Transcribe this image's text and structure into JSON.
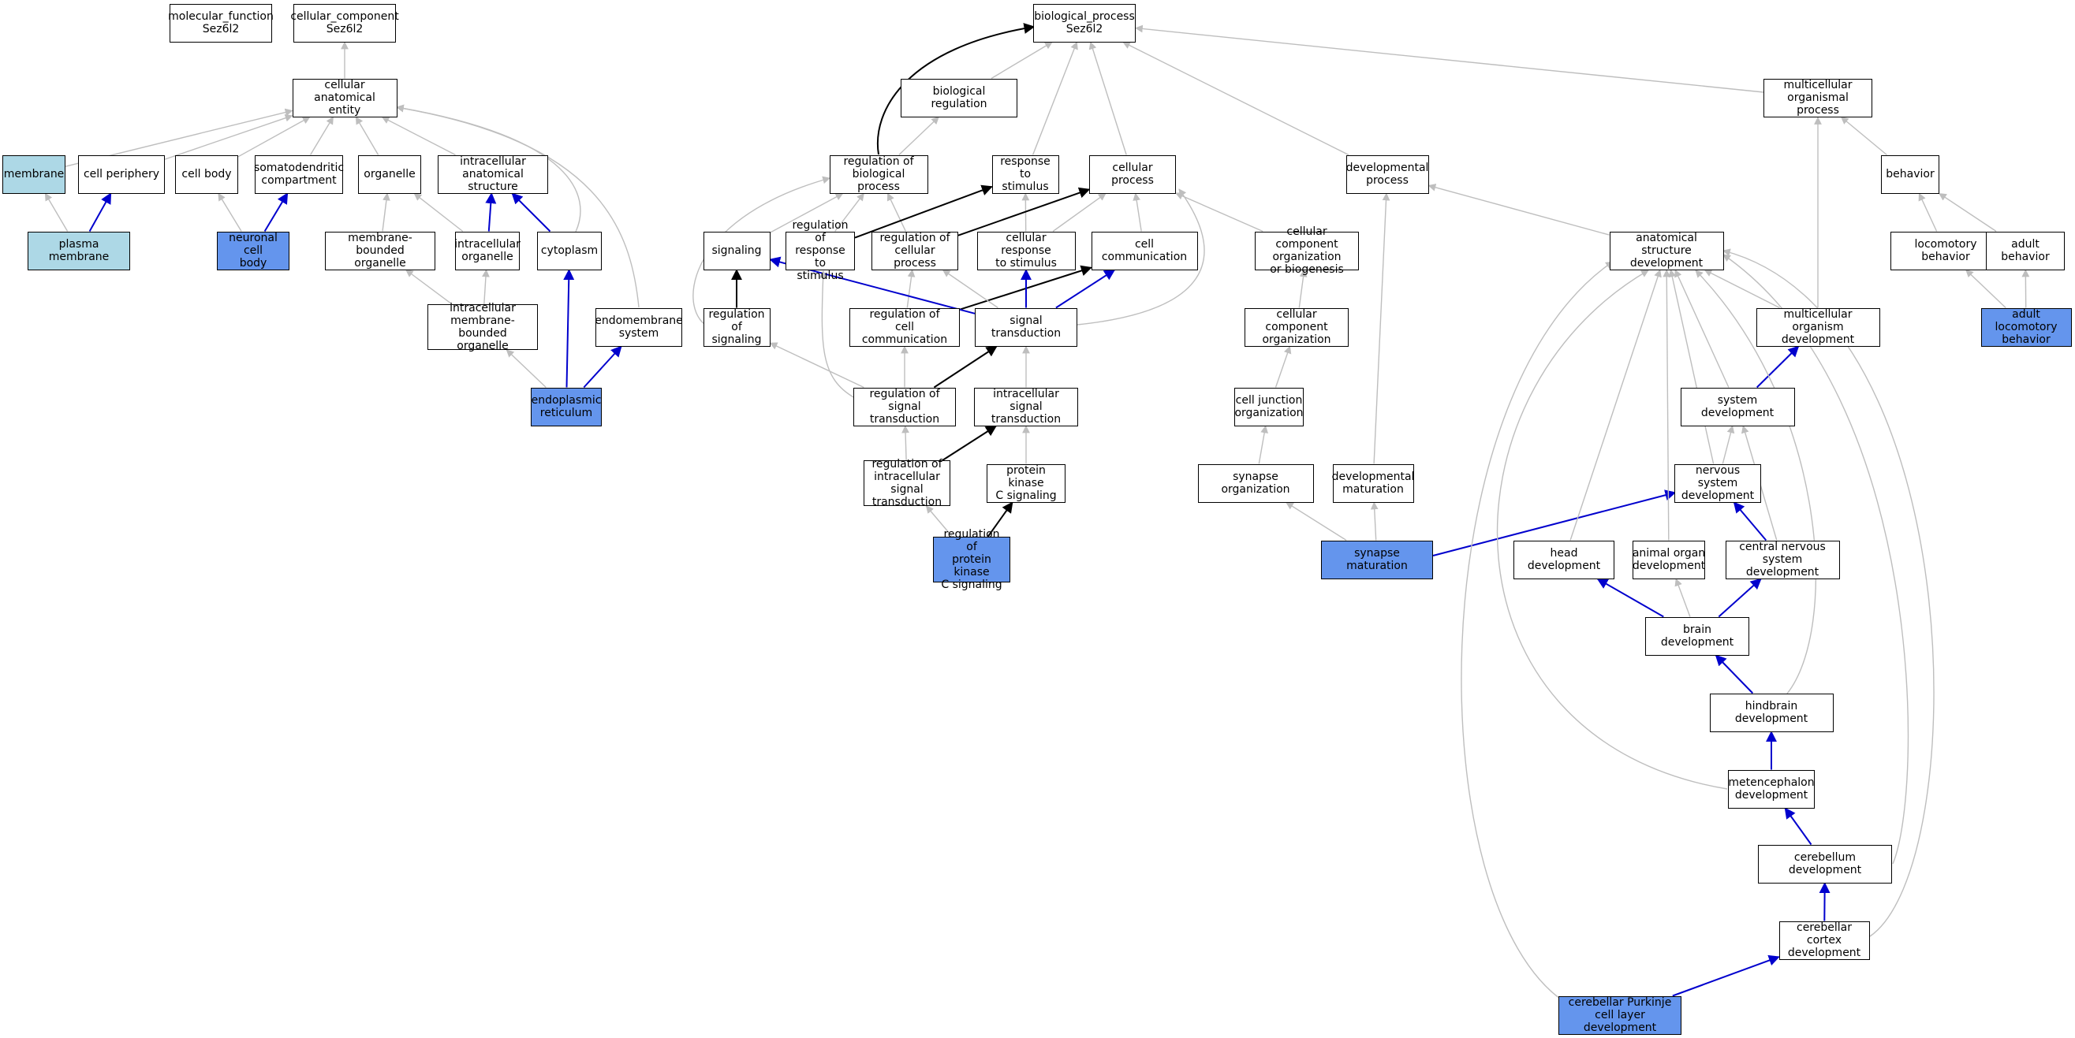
{
  "graph": {
    "nodes": {
      "mf": {
        "label": "molecular_function\nSez6l2",
        "fill": "#ffffff"
      },
      "cc": {
        "label": "cellular_component\nSez6l2",
        "fill": "#ffffff"
      },
      "bp": {
        "label": "biological_process\nSez6l2",
        "fill": "#ffffff"
      },
      "cae": {
        "label": "cellular anatomical\nentity",
        "fill": "#ffffff"
      },
      "membrane": {
        "label": "membrane",
        "fill": "#add8e6"
      },
      "periphery": {
        "label": "cell periphery",
        "fill": "#ffffff"
      },
      "cellbody": {
        "label": "cell body",
        "fill": "#ffffff"
      },
      "somato": {
        "label": "somatodendritic\ncompartment",
        "fill": "#ffffff"
      },
      "organelle": {
        "label": "organelle",
        "fill": "#ffffff"
      },
      "ias": {
        "label": "intracellular\nanatomical structure",
        "fill": "#ffffff"
      },
      "pm": {
        "label": "plasma membrane",
        "fill": "#add8e6"
      },
      "ncb": {
        "label": "neuronal cell\nbody",
        "fill": "#6495ed"
      },
      "mbo": {
        "label": "membrane-bounded\norganelle",
        "fill": "#ffffff"
      },
      "io": {
        "label": "intracellular\norganelle",
        "fill": "#ffffff"
      },
      "cyto": {
        "label": "cytoplasm",
        "fill": "#ffffff"
      },
      "imbo": {
        "label": "intracellular\nmembrane-bounded\norganelle",
        "fill": "#ffffff"
      },
      "endo": {
        "label": "endomembrane\nsystem",
        "fill": "#ffffff"
      },
      "er": {
        "label": "endoplasmic\nreticulum",
        "fill": "#6495ed"
      },
      "bioreg": {
        "label": "biological regulation",
        "fill": "#ffffff"
      },
      "mop": {
        "label": "multicellular\norganismal process",
        "fill": "#ffffff"
      },
      "rbp": {
        "label": "regulation of\nbiological process",
        "fill": "#ffffff"
      },
      "rts": {
        "label": "response to\nstimulus",
        "fill": "#ffffff"
      },
      "cp": {
        "label": "cellular process",
        "fill": "#ffffff"
      },
      "dp": {
        "label": "developmental\nprocess",
        "fill": "#ffffff"
      },
      "behavior": {
        "label": "behavior",
        "fill": "#ffffff"
      },
      "signaling": {
        "label": "signaling",
        "fill": "#ffffff"
      },
      "rrts": {
        "label": "regulation of\nresponse to\nstimulus",
        "fill": "#ffffff"
      },
      "rcp": {
        "label": "regulation of\ncellular process",
        "fill": "#ffffff"
      },
      "crs": {
        "label": "cellular response\nto stimulus",
        "fill": "#ffffff"
      },
      "cc2": {
        "label": "cell communication",
        "fill": "#ffffff"
      },
      "ccob": {
        "label": "cellular component\norganization\nor biogenesis",
        "fill": "#ffffff"
      },
      "asd": {
        "label": "anatomical structure\ndevelopment",
        "fill": "#ffffff"
      },
      "locob": {
        "label": "locomotory behavior",
        "fill": "#ffffff"
      },
      "adultb": {
        "label": "adult behavior",
        "fill": "#ffffff"
      },
      "rsig": {
        "label": "regulation of\nsignaling",
        "fill": "#ffffff"
      },
      "rcc": {
        "label": "regulation of\ncell communication",
        "fill": "#ffffff"
      },
      "st": {
        "label": "signal transduction",
        "fill": "#ffffff"
      },
      "cco": {
        "label": "cellular component\norganization",
        "fill": "#ffffff"
      },
      "mod": {
        "label": "multicellular\norganism development",
        "fill": "#ffffff"
      },
      "alb": {
        "label": "adult locomotory\nbehavior",
        "fill": "#6495ed"
      },
      "rst": {
        "label": "regulation of\nsignal transduction",
        "fill": "#ffffff"
      },
      "ist": {
        "label": "intracellular\nsignal transduction",
        "fill": "#ffffff"
      },
      "cjo": {
        "label": "cell junction\norganization",
        "fill": "#ffffff"
      },
      "sd": {
        "label": "system development",
        "fill": "#ffffff"
      },
      "rist": {
        "label": "regulation of\nintracellular\nsignal transduction",
        "fill": "#ffffff"
      },
      "pkc": {
        "label": "protein kinase\nC signaling",
        "fill": "#ffffff"
      },
      "so": {
        "label": "synapse organization",
        "fill": "#ffffff"
      },
      "dm": {
        "label": "developmental\nmaturation",
        "fill": "#ffffff"
      },
      "nsd": {
        "label": "nervous system\ndevelopment",
        "fill": "#ffffff"
      },
      "rpkc": {
        "label": "regulation of\nprotein kinase\nC signaling",
        "fill": "#6495ed"
      },
      "sm": {
        "label": "synapse maturation",
        "fill": "#6495ed"
      },
      "hd": {
        "label": "head development",
        "fill": "#ffffff"
      },
      "aod": {
        "label": "animal organ\ndevelopment",
        "fill": "#ffffff"
      },
      "cnsd": {
        "label": "central nervous\nsystem development",
        "fill": "#ffffff"
      },
      "bd": {
        "label": "brain development",
        "fill": "#ffffff"
      },
      "hbd": {
        "label": "hindbrain development",
        "fill": "#ffffff"
      },
      "metd": {
        "label": "metencephalon\ndevelopment",
        "fill": "#ffffff"
      },
      "cbd": {
        "label": "cerebellum development",
        "fill": "#ffffff"
      },
      "ccd": {
        "label": "cerebellar cortex\ndevelopment",
        "fill": "#ffffff"
      },
      "cpcl": {
        "label": "cerebellar Purkinje\ncell layer development",
        "fill": "#6495ed"
      }
    },
    "edges": [
      {
        "from": "cae",
        "to": "cc",
        "color": "#bebebe"
      },
      {
        "from": "membrane",
        "to": "cae",
        "color": "#bebebe"
      },
      {
        "from": "periphery",
        "to": "cae",
        "color": "#bebebe"
      },
      {
        "from": "cellbody",
        "to": "cae",
        "color": "#bebebe"
      },
      {
        "from": "somato",
        "to": "cae",
        "color": "#bebebe"
      },
      {
        "from": "organelle",
        "to": "cae",
        "color": "#bebebe"
      },
      {
        "from": "ias",
        "to": "cae",
        "color": "#bebebe"
      },
      {
        "from": "cyto",
        "to": "cae",
        "color": "#bebebe"
      },
      {
        "from": "endo",
        "to": "cae",
        "color": "#bebebe"
      },
      {
        "from": "pm",
        "to": "membrane",
        "color": "#bebebe"
      },
      {
        "from": "pm",
        "to": "periphery",
        "color": "#0000cd"
      },
      {
        "from": "ncb",
        "to": "cellbody",
        "color": "#bebebe"
      },
      {
        "from": "ncb",
        "to": "somato",
        "color": "#0000cd"
      },
      {
        "from": "mbo",
        "to": "organelle",
        "color": "#bebebe"
      },
      {
        "from": "io",
        "to": "organelle",
        "color": "#bebebe"
      },
      {
        "from": "io",
        "to": "ias",
        "color": "#0000cd"
      },
      {
        "from": "cyto",
        "to": "ias",
        "color": "#0000cd"
      },
      {
        "from": "imbo",
        "to": "mbo",
        "color": "#bebebe"
      },
      {
        "from": "imbo",
        "to": "io",
        "color": "#bebebe"
      },
      {
        "from": "er",
        "to": "imbo",
        "color": "#bebebe"
      },
      {
        "from": "er",
        "to": "cyto",
        "color": "#0000cd"
      },
      {
        "from": "er",
        "to": "endo",
        "color": "#0000cd"
      },
      {
        "from": "bioreg",
        "to": "bp",
        "color": "#bebebe"
      },
      {
        "from": "rbp",
        "to": "bp",
        "color": "#000000"
      },
      {
        "from": "rbp",
        "to": "bioreg",
        "color": "#bebebe"
      },
      {
        "from": "rts",
        "to": "bp",
        "color": "#bebebe"
      },
      {
        "from": "cp",
        "to": "bp",
        "color": "#bebebe"
      },
      {
        "from": "dp",
        "to": "bp",
        "color": "#bebebe"
      },
      {
        "from": "mop",
        "to": "bp",
        "color": "#bebebe"
      },
      {
        "from": "behavior",
        "to": "mop",
        "color": "#bebebe"
      },
      {
        "from": "signaling",
        "to": "rbp",
        "color": "#bebebe"
      },
      {
        "from": "rrts",
        "to": "rbp",
        "color": "#bebebe"
      },
      {
        "from": "rcp",
        "to": "rbp",
        "color": "#bebebe"
      },
      {
        "from": "rrts",
        "to": "rts",
        "color": "#000000"
      },
      {
        "from": "crs",
        "to": "rts",
        "color": "#bebebe"
      },
      {
        "from": "rcp",
        "to": "cp",
        "color": "#000000"
      },
      {
        "from": "crs",
        "to": "cp",
        "color": "#bebebe"
      },
      {
        "from": "cc2",
        "to": "cp",
        "color": "#bebebe"
      },
      {
        "from": "ccob",
        "to": "cp",
        "color": "#bebebe"
      },
      {
        "from": "asd",
        "to": "dp",
        "color": "#bebebe"
      },
      {
        "from": "locob",
        "to": "behavior",
        "color": "#bebebe"
      },
      {
        "from": "adultb",
        "to": "behavior",
        "color": "#bebebe"
      },
      {
        "from": "rsig",
        "to": "signaling",
        "color": "#000000"
      },
      {
        "from": "rsig",
        "to": "rbp",
        "color": "#bebebe"
      },
      {
        "from": "rcc",
        "to": "rcp",
        "color": "#bebebe"
      },
      {
        "from": "rcc",
        "to": "cc2",
        "color": "#000000"
      },
      {
        "from": "st",
        "to": "signaling",
        "color": "#0000cd"
      },
      {
        "from": "st",
        "to": "crs",
        "color": "#0000cd"
      },
      {
        "from": "st",
        "to": "cc2",
        "color": "#0000cd"
      },
      {
        "from": "st",
        "to": "rcp",
        "color": "#bebebe"
      },
      {
        "from": "st",
        "to": "cp",
        "color": "#bebebe"
      },
      {
        "from": "cco",
        "to": "ccob",
        "color": "#bebebe"
      },
      {
        "from": "mod",
        "to": "asd",
        "color": "#bebebe"
      },
      {
        "from": "mod",
        "to": "mop",
        "color": "#bebebe"
      },
      {
        "from": "alb",
        "to": "locob",
        "color": "#bebebe"
      },
      {
        "from": "alb",
        "to": "adultb",
        "color": "#bebebe"
      },
      {
        "from": "rst",
        "to": "rsig",
        "color": "#bebebe"
      },
      {
        "from": "rst",
        "to": "rcc",
        "color": "#bebebe"
      },
      {
        "from": "rst",
        "to": "st",
        "color": "#000000"
      },
      {
        "from": "rst",
        "to": "rrts",
        "color": "#bebebe"
      },
      {
        "from": "ist",
        "to": "st",
        "color": "#bebebe"
      },
      {
        "from": "cjo",
        "to": "cco",
        "color": "#bebebe"
      },
      {
        "from": "sd",
        "to": "mod",
        "color": "#0000cd"
      },
      {
        "from": "sd",
        "to": "asd",
        "color": "#bebebe"
      },
      {
        "from": "rist",
        "to": "rst",
        "color": "#bebebe"
      },
      {
        "from": "rist",
        "to": "ist",
        "color": "#000000"
      },
      {
        "from": "pkc",
        "to": "ist",
        "color": "#bebebe"
      },
      {
        "from": "so",
        "to": "cjo",
        "color": "#bebebe"
      },
      {
        "from": "dm",
        "to": "dp",
        "color": "#bebebe"
      },
      {
        "from": "nsd",
        "to": "sd",
        "color": "#bebebe"
      },
      {
        "from": "nsd",
        "to": "asd",
        "color": "#bebebe"
      },
      {
        "from": "rpkc",
        "to": "rist",
        "color": "#bebebe"
      },
      {
        "from": "rpkc",
        "to": "pkc",
        "color": "#000000"
      },
      {
        "from": "sm",
        "to": "so",
        "color": "#bebebe"
      },
      {
        "from": "sm",
        "to": "dm",
        "color": "#bebebe"
      },
      {
        "from": "sm",
        "to": "nsd",
        "color": "#0000cd"
      },
      {
        "from": "hd",
        "to": "asd",
        "color": "#bebebe"
      },
      {
        "from": "aod",
        "to": "asd",
        "color": "#bebebe"
      },
      {
        "from": "cnsd",
        "to": "nsd",
        "color": "#0000cd"
      },
      {
        "from": "cnsd",
        "to": "sd",
        "color": "#bebebe"
      },
      {
        "from": "bd",
        "to": "hd",
        "color": "#0000cd"
      },
      {
        "from": "bd",
        "to": "aod",
        "color": "#bebebe"
      },
      {
        "from": "bd",
        "to": "cnsd",
        "color": "#0000cd"
      },
      {
        "from": "hbd",
        "to": "bd",
        "color": "#0000cd"
      },
      {
        "from": "hbd",
        "to": "asd",
        "color": "#bebebe"
      },
      {
        "from": "metd",
        "to": "hbd",
        "color": "#0000cd"
      },
      {
        "from": "metd",
        "to": "asd",
        "color": "#bebebe"
      },
      {
        "from": "cbd",
        "to": "metd",
        "color": "#0000cd"
      },
      {
        "from": "cbd",
        "to": "asd",
        "color": "#bebebe"
      },
      {
        "from": "ccd",
        "to": "cbd",
        "color": "#0000cd"
      },
      {
        "from": "ccd",
        "to": "asd",
        "color": "#bebebe"
      },
      {
        "from": "cpcl",
        "to": "ccd",
        "color": "#0000cd"
      },
      {
        "from": "cpcl",
        "to": "asd",
        "color": "#bebebe"
      }
    ]
  }
}
